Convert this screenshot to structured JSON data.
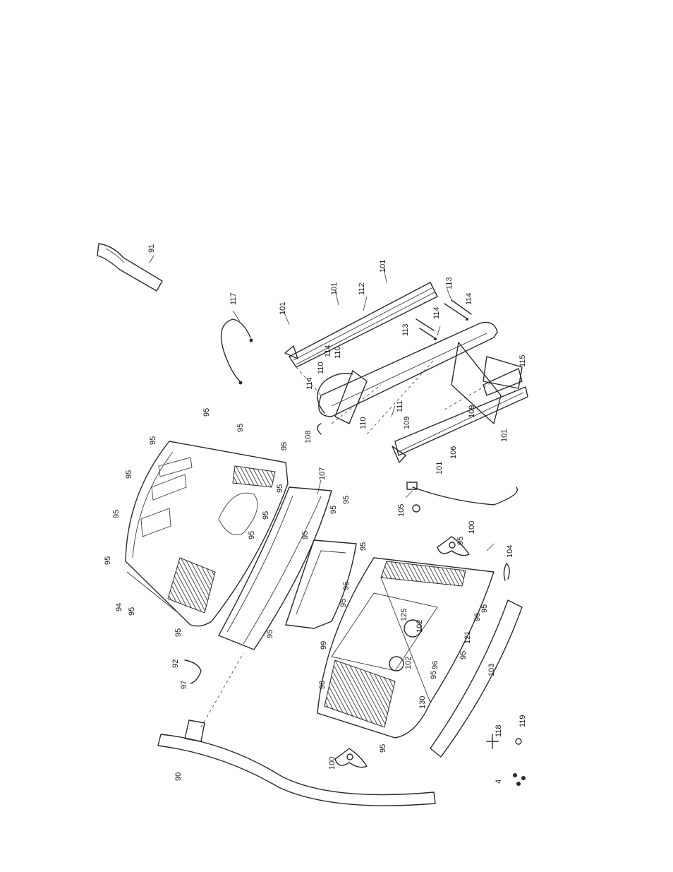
{
  "labels": {
    "l91": "91",
    "l117": "117",
    "l101a": "101",
    "l101b": "101",
    "l101c": "101",
    "l101d": "101",
    "l101e": "101",
    "l112": "112",
    "l113a": "113",
    "l113b": "113",
    "l114a": "114",
    "l114b": "114",
    "l114c": "114",
    "l114d": "114",
    "l110a": "110",
    "l110b": "110",
    "l110c": "110",
    "l108": "108",
    "l109a": "109",
    "l109b": "109",
    "l111": "111",
    "l115": "115",
    "l106": "106",
    "l105": "105",
    "l107": "107",
    "l95a": "95",
    "l95b": "95",
    "l95c": "95",
    "l95d": "95",
    "l95e": "95",
    "l95f": "95",
    "l95g": "95",
    "l95h": "95",
    "l95i": "95",
    "l95j": "95",
    "l95k": "95",
    "l95l": "95",
    "l95m": "95",
    "l95n": "95",
    "l95o": "95",
    "l95p": "95",
    "l95q": "95",
    "l95r": "95",
    "l95s": "95",
    "l95t": "95",
    "l95u": "95",
    "l95v": "95",
    "l94": "94",
    "l92": "92",
    "l97": "97",
    "l99": "99",
    "l98": "98",
    "l96a": "96",
    "l96b": "96",
    "l96c": "96",
    "l125": "125",
    "l102a": "102",
    "l102b": "102",
    "l121": "121",
    "l130": "130",
    "l103": "103",
    "l104": "104",
    "l100a": "100",
    "l100b": "100",
    "l90": "90",
    "l118": "118",
    "l119": "119",
    "l4": "4"
  }
}
